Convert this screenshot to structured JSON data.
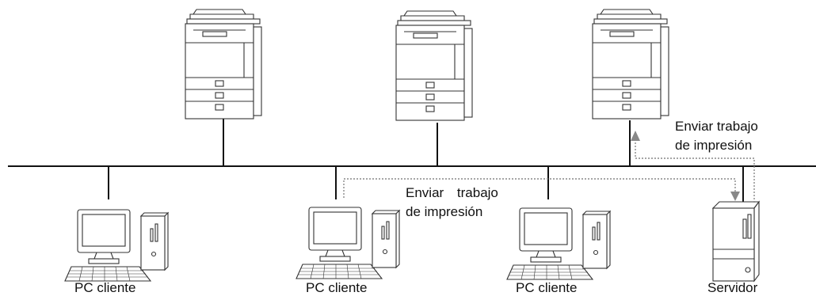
{
  "clients": [
    {
      "label": "PC cliente"
    },
    {
      "label": "PC cliente"
    },
    {
      "label": "PC cliente"
    }
  ],
  "server": {
    "label": "Servidor"
  },
  "notes": {
    "server_to_printer": [
      "Enviar trabajo",
      "de impresión"
    ],
    "client_to_server": [
      "Enviar trabajo",
      "de impresión"
    ]
  },
  "icons": [
    "printer-icon",
    "desktop-computer-icon",
    "server-tower-icon",
    "arrow-up-icon",
    "arrow-down-icon"
  ],
  "colors": {
    "lines": "#111111",
    "outline": "#333333",
    "dotted_path": "#888888",
    "arrow": "#888888"
  }
}
